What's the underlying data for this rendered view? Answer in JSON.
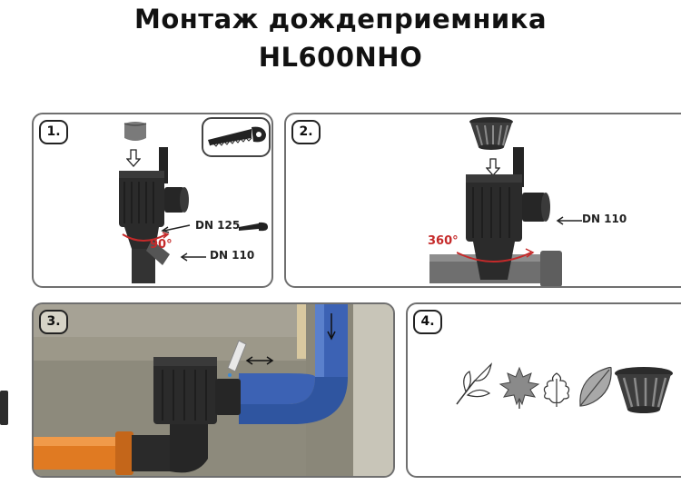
{
  "header": {
    "title_line1": "Монтаж дождеприемника",
    "title_line2": "HL600NHO"
  },
  "steps": [
    {
      "number": "1.",
      "labels": {
        "dn125": "DN 125",
        "dn110": "DN 110",
        "angle": "90°"
      }
    },
    {
      "number": "2.",
      "labels": {
        "dn110": "DN 110",
        "angle": "360°"
      }
    },
    {
      "number": "3."
    },
    {
      "number": "4."
    }
  ],
  "colors": {
    "panel_border": "#6f6f6f",
    "body_black": "#2b2b2b",
    "pipe_grey": "#6f6f6f",
    "pipe_orange": "#e07a22",
    "pipe_blue": "#3c62b4",
    "wall": "#a6a295",
    "accent_red": "#c52a2a"
  },
  "icons": [
    "saw-icon",
    "cover-icon",
    "basket-icon",
    "leaf-icon",
    "maple-leaf-icon",
    "oak-leaf-icon",
    "down-arrow-icon",
    "double-arrow-icon"
  ]
}
